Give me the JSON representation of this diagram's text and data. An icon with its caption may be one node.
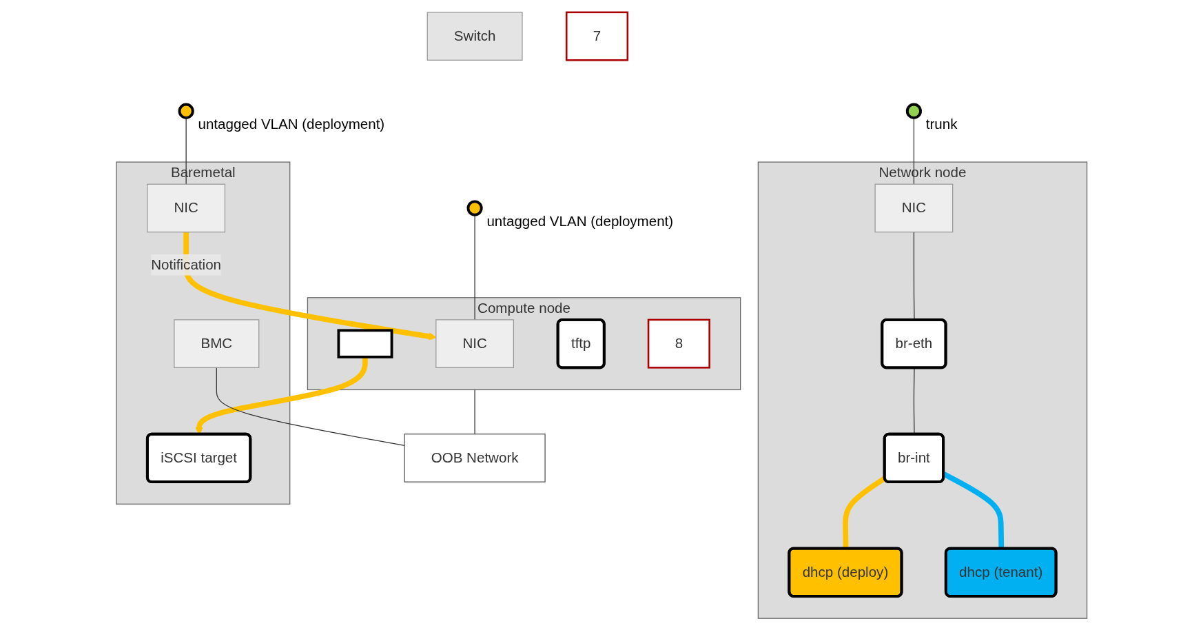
{
  "diagram": {
    "nodes": [
      {
        "text": [
          "Switch"
        ]
      },
      {
        "text": [],
        "shape": "circle",
        "beside": [
          "untagged VLAN (deployment)"
        ]
      },
      {
        "text": [],
        "shape": "circle",
        "beside": [
          "trunk"
        ]
      },
      {
        "text": [],
        "shape": "circle",
        "beside": [
          "untagged VLAN (deployment)"
        ]
      },
      {
        "text": [
          "Compute node"
        ]
      },
      {
        "text": [
          "NIC"
        ],
        "in": 4
      },
      {
        "text": [
          "8"
        ],
        "in": 4
      },
      {
        "text": [],
        "shape": "box",
        "in": 4
      },
      {
        "text": [
          "tftp"
        ],
        "in": 4
      },
      {
        "text": [
          "Network node"
        ]
      },
      {
        "text": [
          "NIC"
        ],
        "in": 9
      },
      {
        "text": [
          "br-eth"
        ],
        "in": 9
      },
      {
        "text": [
          "br-int"
        ],
        "in": 9
      },
      {
        "text": [
          "dhcp (deploy)"
        ],
        "in": 9
      },
      {
        "text": [
          "dhcp (tenant)"
        ],
        "in": 9
      },
      {
        "text": [
          "Baremetal"
        ]
      },
      {
        "text": [
          "NIC"
        ],
        "in": 15
      },
      {
        "text": [
          "iSCSI target"
        ],
        "in": 15
      },
      {
        "text": [
          "BMC"
        ],
        "in": 15
      },
      {
        "text": [
          "7"
        ]
      },
      {
        "text": [
          "OOB Network"
        ]
      }
    ],
    "edges": [
      {
        "from": 1,
        "to": 5,
        "arrow": "none"
      },
      {
        "from": 2,
        "to": 10,
        "arrow": "none"
      },
      {
        "from": 3,
        "to": 16,
        "arrow": "none"
      },
      {
        "from": 10,
        "to": 11,
        "arrow": "none"
      },
      {
        "from": 11,
        "to": 12,
        "arrow": "none"
      },
      {
        "from": 12,
        "to": 13,
        "arrow": "none",
        "style": "thick",
        "color": "#ffc000"
      },
      {
        "from": 12,
        "to": 14,
        "arrow": "none",
        "style": "thick",
        "color": "#00b0f0"
      },
      {
        "from": 16,
        "to": 5,
        "arrow": "to",
        "label": "Notification",
        "style": "thick",
        "color": "#ffc000"
      },
      {
        "from": 7,
        "to": 17,
        "arrow": "to",
        "style": "thick",
        "color": "#ffc000"
      },
      {
        "from": 4,
        "to": 20,
        "arrow": "none"
      },
      {
        "from": 18,
        "to": 20,
        "arrow": "none"
      }
    ]
  }
}
